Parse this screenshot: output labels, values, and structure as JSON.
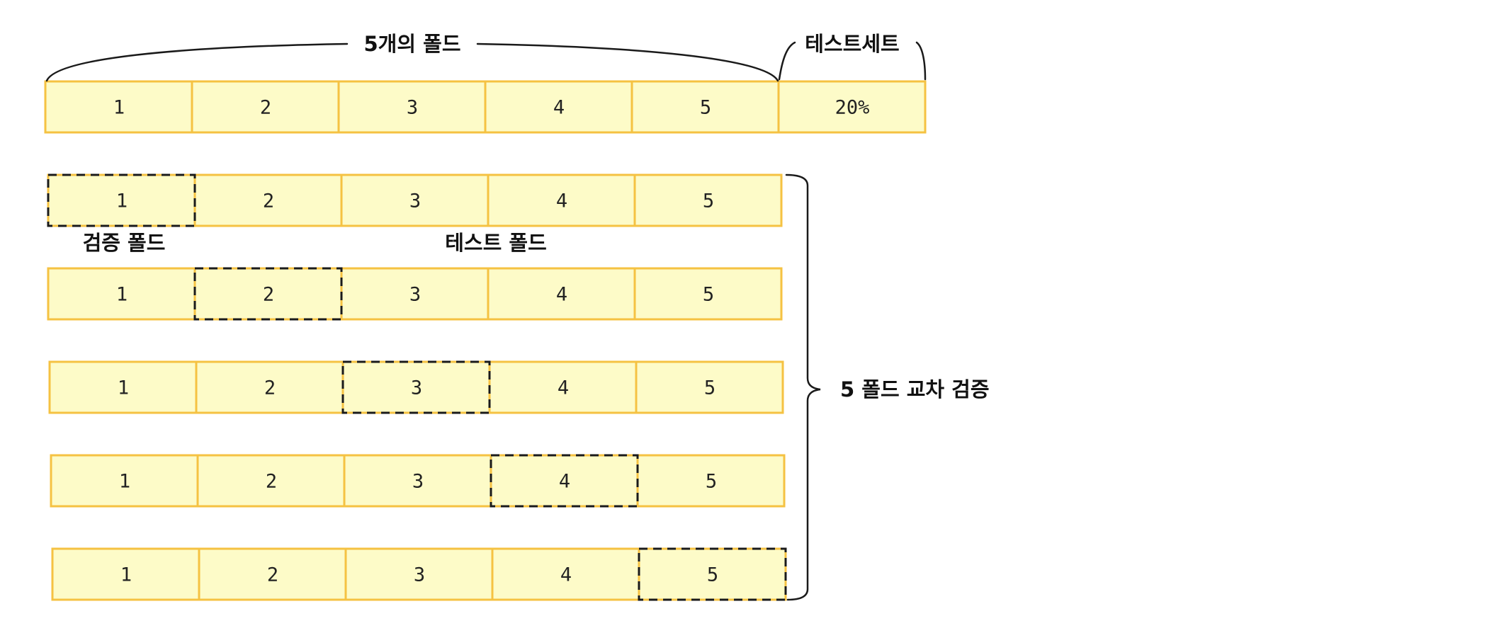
{
  "top_bar": {
    "folds": [
      "1",
      "2",
      "3",
      "4",
      "5"
    ],
    "test": "20%",
    "folds_label": "5개의 폴드",
    "test_label": "테스트세트"
  },
  "rows": [
    {
      "cells": [
        "1",
        "2",
        "3",
        "4",
        "5"
      ],
      "validation_fold": 1
    },
    {
      "cells": [
        "1",
        "2",
        "3",
        "4",
        "5"
      ],
      "validation_fold": 2
    },
    {
      "cells": [
        "1",
        "2",
        "3",
        "4",
        "5"
      ],
      "validation_fold": 3
    },
    {
      "cells": [
        "1",
        "2",
        "3",
        "4",
        "5"
      ],
      "validation_fold": 4
    },
    {
      "cells": [
        "1",
        "2",
        "3",
        "4",
        "5"
      ],
      "validation_fold": 5
    }
  ],
  "labels": {
    "validation_fold": "검증 폴드",
    "test_fold": "테스트 폴드",
    "cv": "5 폴드 교차 검증"
  },
  "colors": {
    "cell_fill": "#fdfbc8",
    "cell_border": "#f5c242",
    "dashed": "#1a1a1a"
  }
}
